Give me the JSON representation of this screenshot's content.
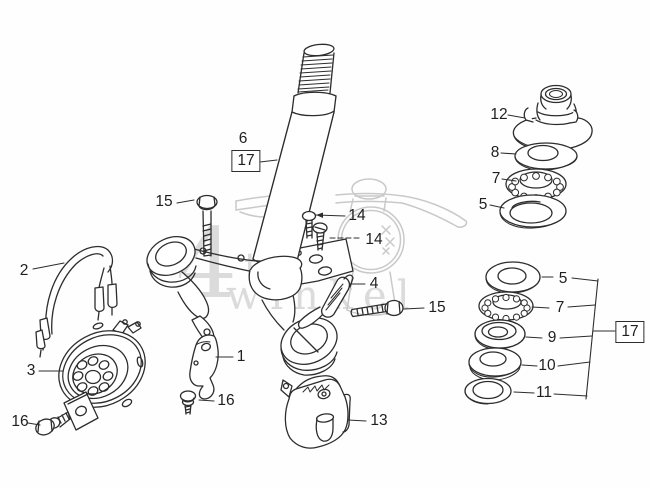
{
  "figure": {
    "kind": "exploded-parts-diagram",
    "background": "#fefefe",
    "line_color": "#2d2d2d",
    "ghost_color": "#c9c9c9",
    "watermark": {
      "big_char": "4",
      "word_top": "takt",
      "word_bottom": "winkel"
    }
  },
  "callouts": {
    "p1": "1",
    "p2": "2",
    "p3": "3",
    "p4": "4",
    "p5_upper": "5",
    "p5_lower": "5",
    "p6": "6",
    "p7_upper": "7",
    "p7_lower": "7",
    "p8": "8",
    "p9": "9",
    "p10": "10",
    "p11": "11",
    "p12": "12",
    "p13": "13",
    "p14_upper": "14",
    "p14_lower": "14",
    "p15_top": "15",
    "p15_right": "15",
    "p16_left": "16",
    "p16_center": "16",
    "p17_top": "17",
    "p17_right": "17"
  }
}
